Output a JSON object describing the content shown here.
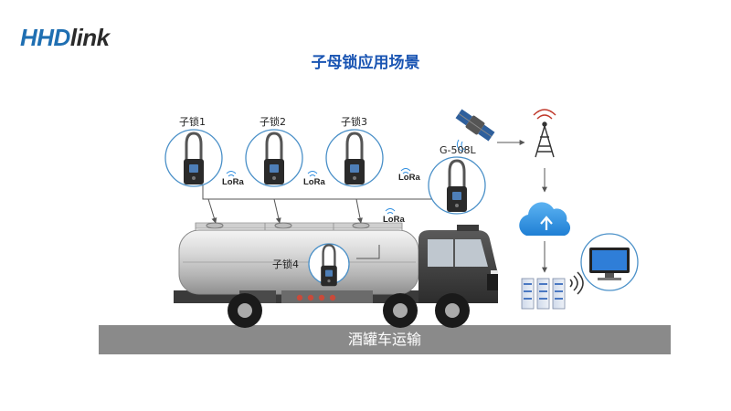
{
  "brand": {
    "logo_main": "HHD",
    "logo_suffix": "link"
  },
  "title": "子母锁应用场景",
  "locks": {
    "sub1": "子锁1",
    "sub2": "子锁2",
    "sub3": "子锁3",
    "sub4": "子锁4",
    "master": "G-508L"
  },
  "protocol_label": "LoRa",
  "ground_caption": "酒罐车运输",
  "colors": {
    "brand_blue": "#1f6fb2",
    "title_blue": "#1a55b3",
    "circle_border": "#4a90c8",
    "ground": "#8a8a8a",
    "cloud": "#2f8ee0"
  },
  "icons": [
    "satellite-icon",
    "signal-tower-icon",
    "cloud-upload-icon",
    "server-icon",
    "wifi-icon",
    "computer-monitor-icon",
    "padlock-icon"
  ]
}
